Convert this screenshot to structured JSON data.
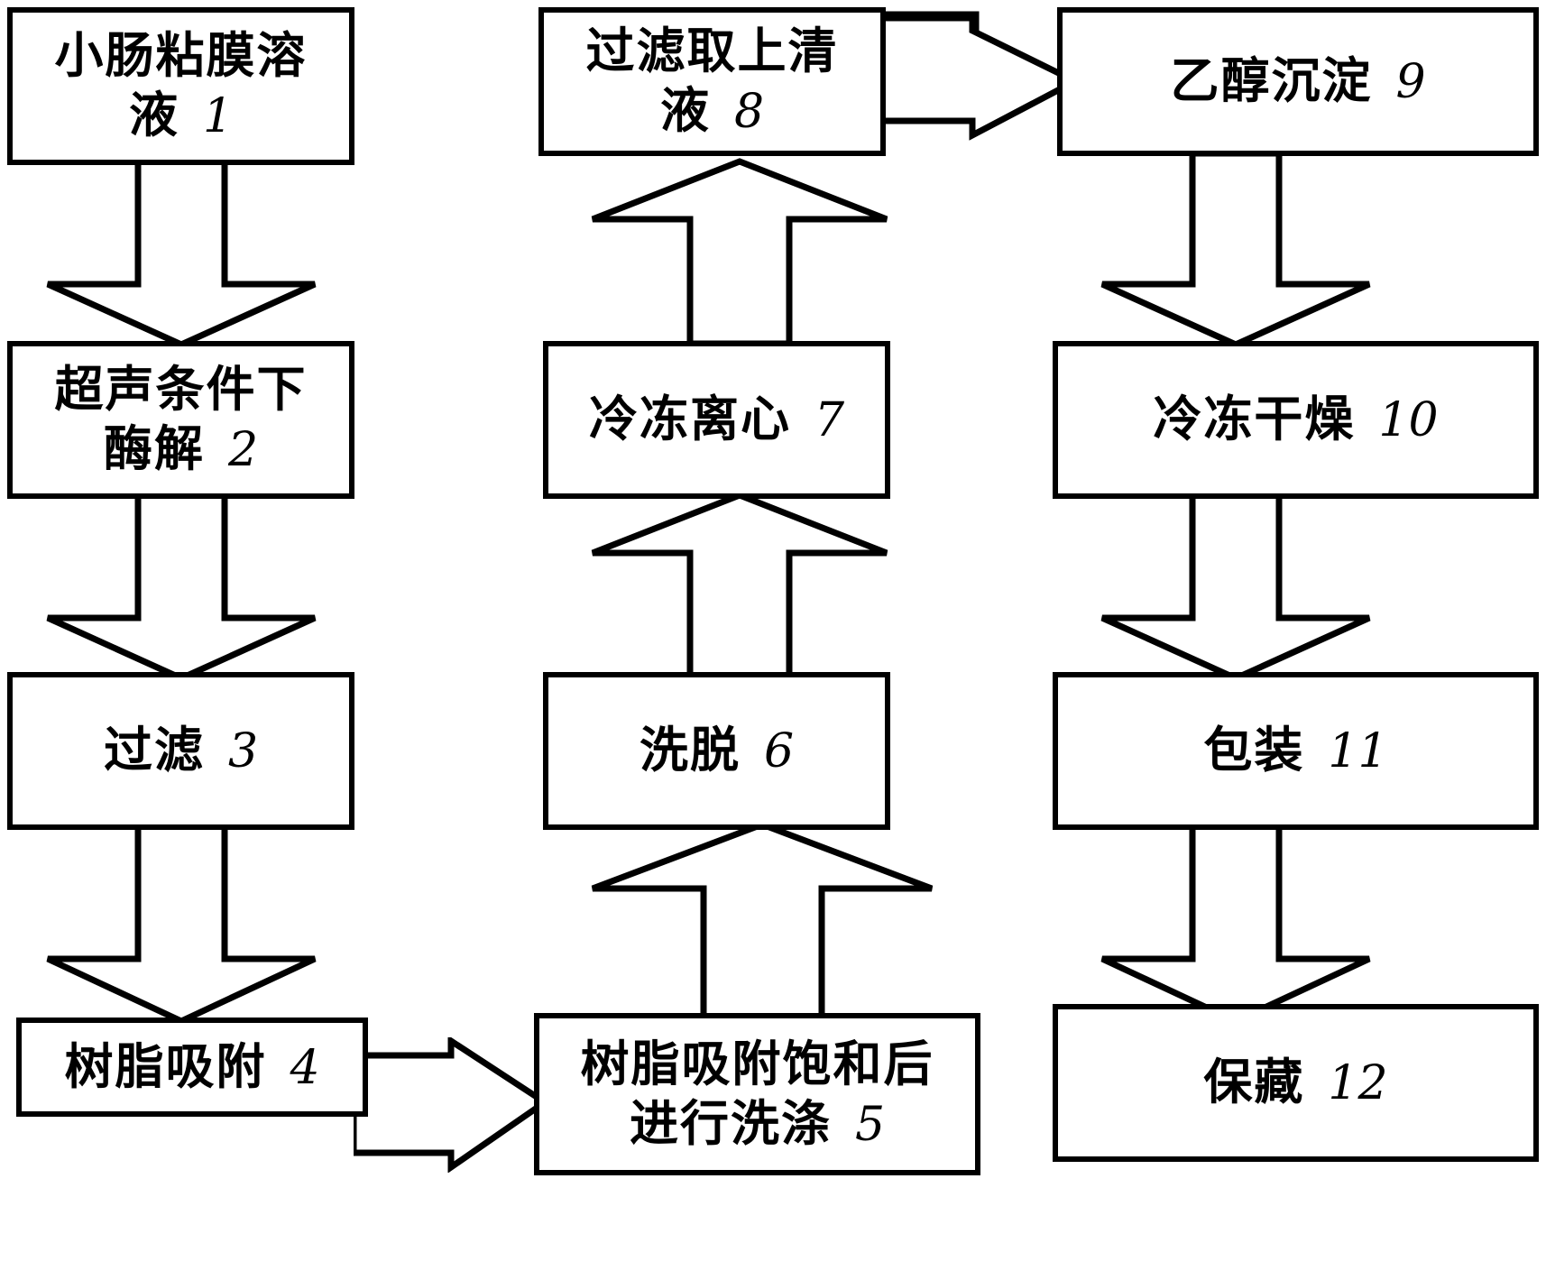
{
  "diagram": {
    "type": "process-flowchart",
    "title": "",
    "orientation": "three-column, top-to-bottom then left-to-right",
    "line_color": "#000000",
    "background_color": "#ffffff",
    "nodes": [
      {
        "id": "n1",
        "label": "小肠粘膜溶\n液",
        "number": "1",
        "column": "left",
        "row": 1
      },
      {
        "id": "n2",
        "label": "超声条件下\n酶解",
        "number": "2",
        "column": "left",
        "row": 2
      },
      {
        "id": "n3",
        "label": "过滤",
        "number": "3",
        "column": "left",
        "row": 3
      },
      {
        "id": "n4",
        "label": "树脂吸附",
        "number": "4",
        "column": "left",
        "row": 4
      },
      {
        "id": "n5",
        "label": "树脂吸附饱和后\n进行洗涤",
        "number": "5",
        "column": "middle",
        "row": 4
      },
      {
        "id": "n6",
        "label": "洗脱",
        "number": "6",
        "column": "middle",
        "row": 3
      },
      {
        "id": "n7",
        "label": "冷冻离心",
        "number": "7",
        "column": "middle",
        "row": 2
      },
      {
        "id": "n8",
        "label": "过滤取上清\n液",
        "number": "8",
        "column": "middle",
        "row": 1
      },
      {
        "id": "n9",
        "label": "乙醇沉淀",
        "number": "9",
        "column": "right",
        "row": 1
      },
      {
        "id": "n10",
        "label": "冷冻干燥",
        "number": "10",
        "column": "right",
        "row": 2
      },
      {
        "id": "n11",
        "label": "包装",
        "number": "11",
        "column": "right",
        "row": 3
      },
      {
        "id": "n12",
        "label": "保藏",
        "number": "12",
        "column": "right",
        "row": 4
      }
    ],
    "edges": [
      {
        "from": "n1",
        "to": "n2",
        "direction": "down"
      },
      {
        "from": "n2",
        "to": "n3",
        "direction": "down"
      },
      {
        "from": "n3",
        "to": "n4",
        "direction": "down"
      },
      {
        "from": "n4",
        "to": "n5",
        "direction": "right"
      },
      {
        "from": "n5",
        "to": "n6",
        "direction": "up"
      },
      {
        "from": "n6",
        "to": "n7",
        "direction": "up"
      },
      {
        "from": "n7",
        "to": "n8",
        "direction": "up"
      },
      {
        "from": "n8",
        "to": "n9",
        "direction": "right"
      },
      {
        "from": "n9",
        "to": "n10",
        "direction": "down"
      },
      {
        "from": "n10",
        "to": "n11",
        "direction": "down"
      },
      {
        "from": "n11",
        "to": "n12",
        "direction": "down"
      }
    ]
  }
}
